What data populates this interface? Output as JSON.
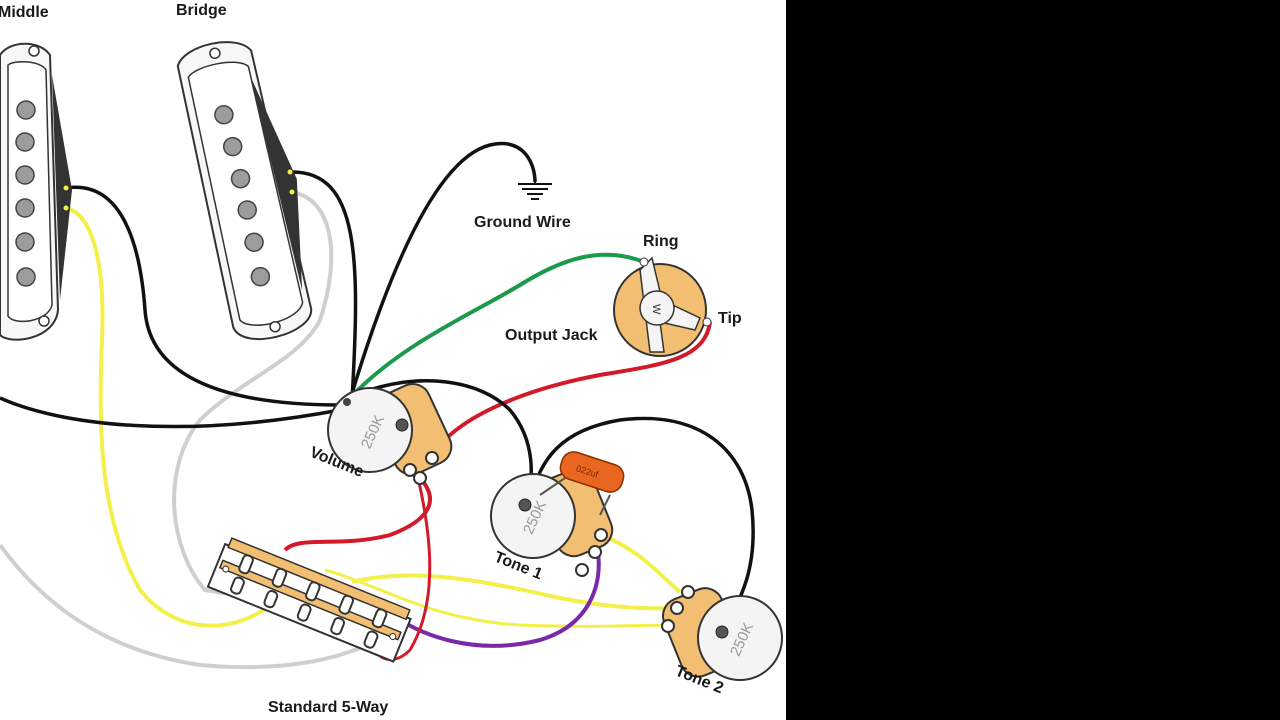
{
  "diagram": {
    "labels": {
      "middle": "Middle",
      "bridge": "Bridge",
      "ground_wire": "Ground Wire",
      "ring": "Ring",
      "tip": "Tip",
      "output_jack": "Output Jack",
      "volume": "Volume",
      "tone1": "Tone 1",
      "tone2": "Tone 2",
      "switch": "Standard 5-Way"
    },
    "pot_values": {
      "volume": "250K",
      "tone1": "250K",
      "tone2": "250K"
    },
    "capacitor_value": "022uf",
    "wire_colors": {
      "black": "#111111",
      "white": "#cfcfcf",
      "yellow": "#f3f04a",
      "green": "#1a9a4a",
      "red": "#d21a2a",
      "purple": "#7a2aa8"
    },
    "component_colors": {
      "pot_body": "#f2bf72",
      "pot_face": "#f4f4f4",
      "pickup_face": "#f7f7f7",
      "capacitor": "#e8661f"
    }
  }
}
